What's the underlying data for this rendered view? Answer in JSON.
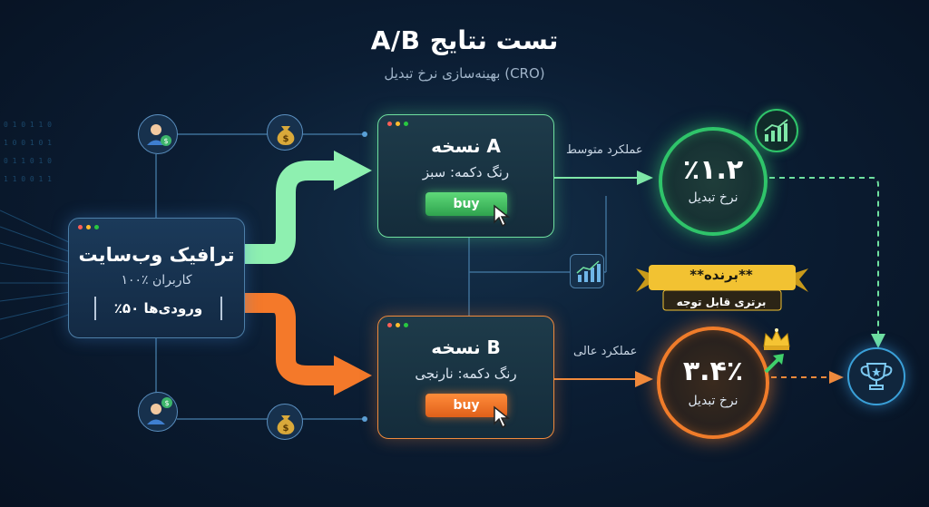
{
  "header": {
    "title": "A/B تست نتایج",
    "subtitle": "بهینه‌سازی نرخ تبدیل (CRO)"
  },
  "traffic": {
    "title": "ترافیک وب‌سایت",
    "users": "۱۰۰٪ کاربران",
    "inputs": "٪۵۰ ورودی‌ها"
  },
  "variant_a": {
    "title": "نسخه A",
    "subtitle": "رنگ دکمه: سبز",
    "button_label": "buy",
    "performance": "عملکرد متوسط",
    "rate": "٪۱.۲",
    "rate_label": "نرخ تبدیل"
  },
  "variant_b": {
    "title": "نسخه B",
    "subtitle": "رنگ دکمه: نارنجی",
    "button_label": "buy",
    "performance": "عملکرد عالی",
    "rate": "۳.۴٪",
    "rate_label": "نرخ تبدیل"
  },
  "winner": {
    "title": "**برنده**",
    "subtitle": "برتری قابل توجه"
  },
  "colors": {
    "green": "#2fc46a",
    "orange": "#f07c2a",
    "blue": "#4d7fa8",
    "gold": "#f2c232"
  },
  "icons": [
    "user-group-icon",
    "money-bag-icon",
    "bar-chart-icon",
    "trophy-icon",
    "crown-icon",
    "cursor-icon"
  ]
}
